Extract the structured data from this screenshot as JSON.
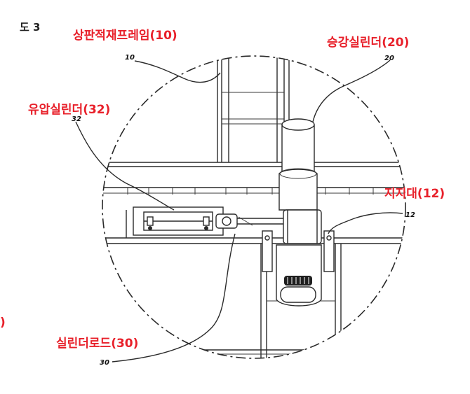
{
  "figure": {
    "title": "도 3",
    "labels": {
      "upper_frame": "상판적재프레임(10)",
      "lift_cylinder": "승강실린더(20)",
      "hydraulic_cylinder": "유압실린더(32)",
      "support": "지지대(12)",
      "cylinder_rod": "실린더로드(30)",
      "left_edge_fragment": ")"
    },
    "reference_numbers": {
      "n10": "10",
      "n20": "20",
      "n32": "32",
      "n12": "12",
      "n30": "30"
    }
  }
}
